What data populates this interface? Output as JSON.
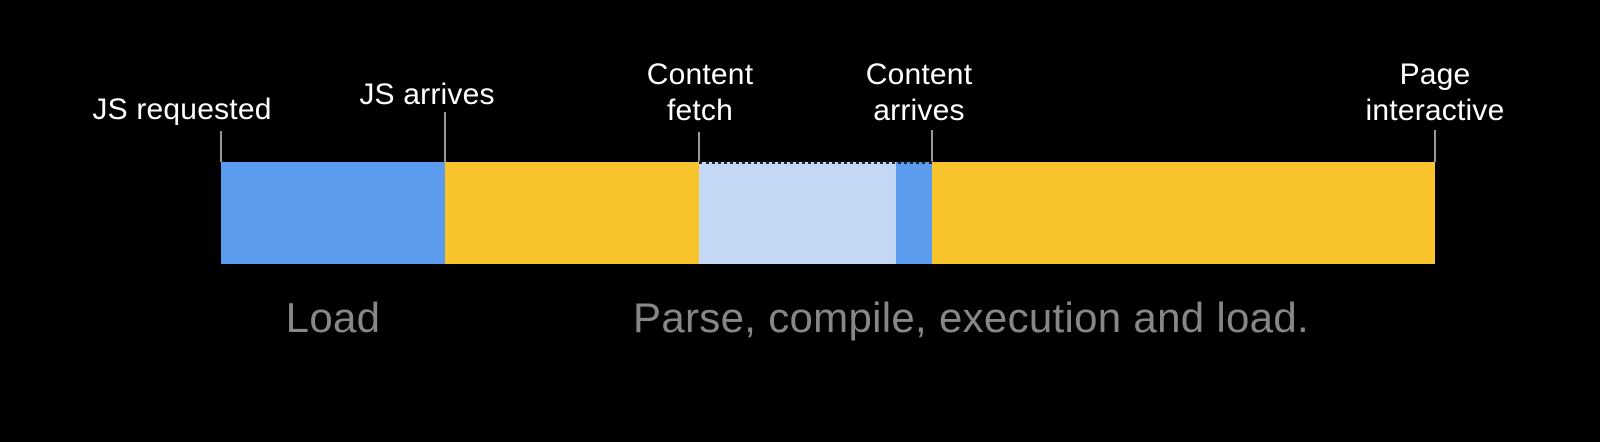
{
  "diagram": {
    "background_color": "#000000",
    "label_color": "#FFFFFF",
    "phase_label_color": "#868789",
    "tick_color": "#999999",
    "events": [
      {
        "id": "js-requested",
        "label": "JS requested"
      },
      {
        "id": "js-arrives",
        "label": "JS arrives"
      },
      {
        "id": "content-fetch",
        "label": "Content\nfetch"
      },
      {
        "id": "content-arrives",
        "label": "Content\narrives"
      },
      {
        "id": "page-interactive",
        "label": "Page\ninteractive"
      }
    ],
    "segments": [
      {
        "phase": "js-download",
        "color": "#5B9CEF"
      },
      {
        "phase": "parse-compile-execute",
        "color": "#F8C32B"
      },
      {
        "phase": "content-fetch",
        "color": "#C4D8F6"
      },
      {
        "phase": "content-arrives",
        "color": "#5B9CEF"
      },
      {
        "phase": "execute-and-load",
        "color": "#F8C32B"
      }
    ],
    "phases": [
      {
        "label": "Load"
      },
      {
        "label": "Parse, compile, execution and load."
      }
    ]
  }
}
